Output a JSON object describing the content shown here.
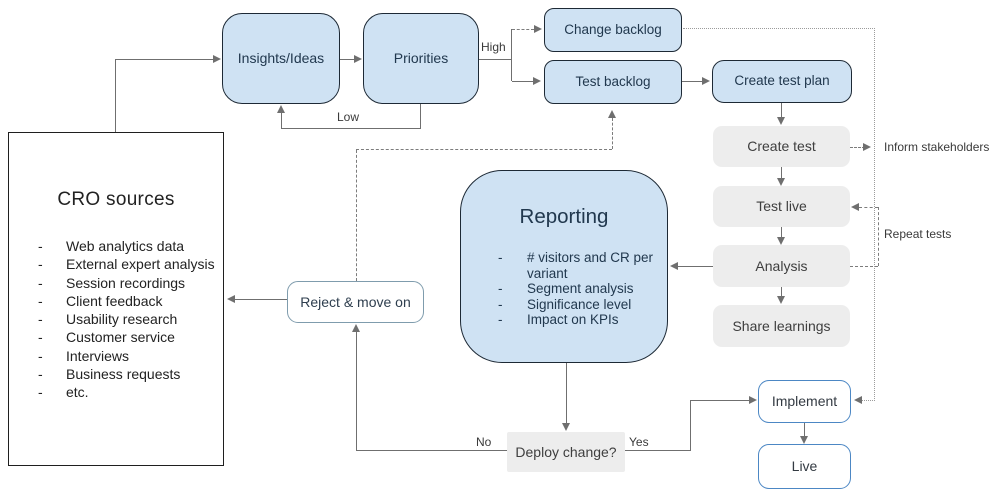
{
  "ui": {
    "bullet": "-"
  },
  "nodes": {
    "cro_sources": {
      "title": "CRO sources",
      "items": [
        "Web analytics data",
        "External expert analysis",
        "Session recordings",
        "Client feedback",
        "Usability research",
        "Customer service",
        "Interviews",
        "Business requests",
        "etc."
      ]
    },
    "insights": {
      "label": "Insights/Ideas"
    },
    "priorities": {
      "label": "Priorities"
    },
    "change_backlog": {
      "label": "Change backlog"
    },
    "test_backlog": {
      "label": "Test backlog"
    },
    "create_test_plan": {
      "label": "Create test plan"
    },
    "create_test": {
      "label": "Create test"
    },
    "test_live": {
      "label": "Test live"
    },
    "analysis": {
      "label": "Analysis"
    },
    "share_learnings": {
      "label": "Share learnings"
    },
    "reporting": {
      "title": "Reporting",
      "items": [
        "# visitors and CR per variant",
        "Segment analysis",
        "Significance level",
        "Impact on KPIs"
      ]
    },
    "reject": {
      "label": "Reject & move on"
    },
    "deploy": {
      "label": "Deploy change?"
    },
    "implement": {
      "label": "Implement"
    },
    "live": {
      "label": "Live"
    }
  },
  "edge_labels": {
    "high": "High",
    "low": "Low",
    "no": "No",
    "yes": "Yes",
    "inform_stakeholders": "Inform stakeholders",
    "repeat_tests": "Repeat tests"
  },
  "colors": {
    "node_blue_fill": "#cfe2f3",
    "node_blue_border": "#1d2935",
    "node_blue_text": "#21384e",
    "node_gray_fill": "#ededed",
    "implement_border": "#4c87c4",
    "reject_border": "#7f9cad",
    "connector_solid": "#6f6f6f",
    "connector_dashed": "#7c7c7c",
    "connector_dotted": "#9b9b9b"
  }
}
